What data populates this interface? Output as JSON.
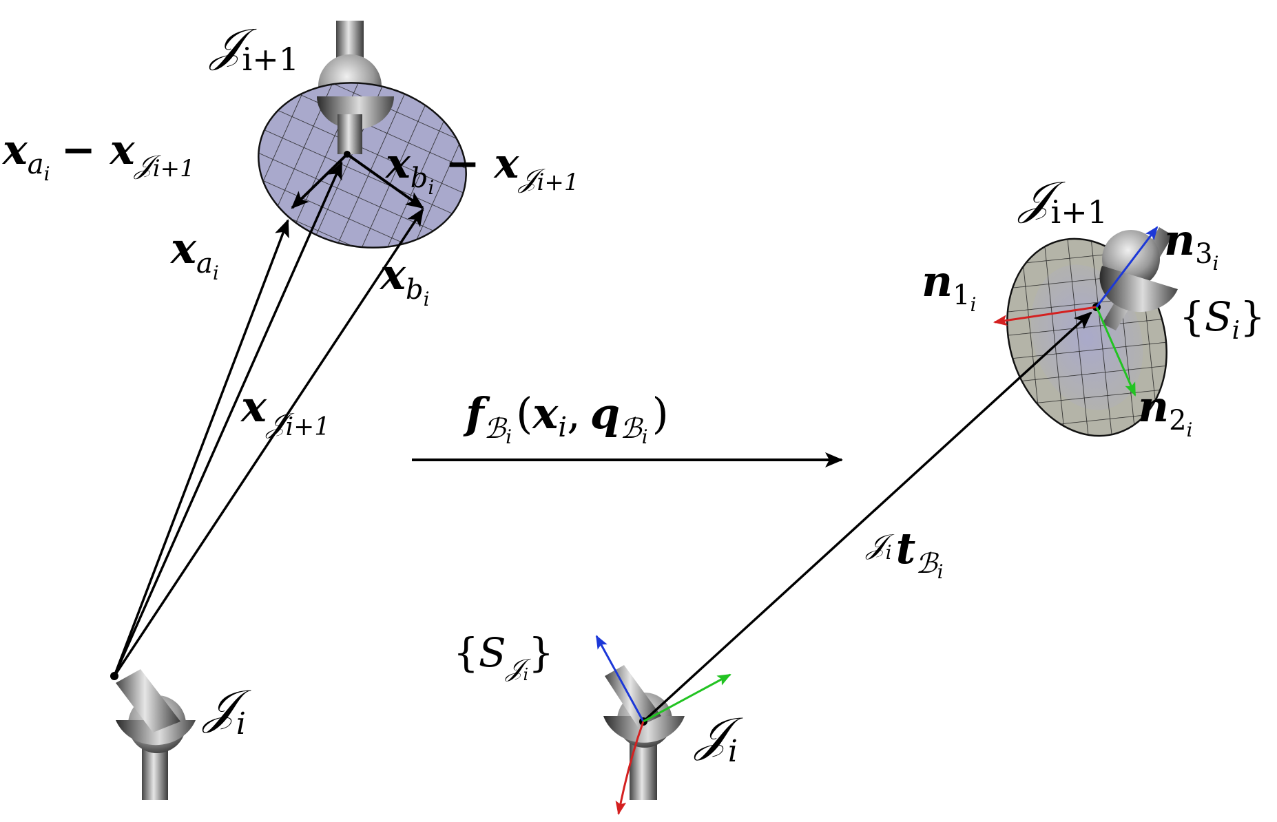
{
  "labels": {
    "left_joint_top": "𝒥",
    "left_joint_top_sub": "i+1",
    "left_joint_bottom": "𝒥",
    "left_joint_bottom_sub": "i",
    "xa_minus": "x",
    "xa_minus_sub": "a",
    "xa_minus_subsub": "i",
    "xa_minus_op": "− x",
    "xa_minus_op_sub": "𝒥",
    "xa_minus_op_subsub": "i+1",
    "xb_minus": "x",
    "xb_minus_sub": "b",
    "xb_minus_subsub": "i",
    "xb_minus_op": "− x",
    "xb_minus_op_sub": "𝒥",
    "xb_minus_op_subsub": "i+1",
    "xa": "x",
    "xa_sub": "a",
    "xa_subsub": "i",
    "xb": "x",
    "xb_sub": "b",
    "xb_subsub": "i",
    "xJ": "x",
    "xJ_sub": "𝒥",
    "xJ_subsub": "i+1",
    "f": "f",
    "f_sub": "ℬ",
    "f_subsub": "i",
    "f_args_open": "(",
    "f_arg1": "x",
    "f_arg1_sub": "i",
    "f_comma": ",",
    "f_arg2": "q",
    "f_arg2_sub": "ℬ",
    "f_arg2_subsub": "i",
    "f_args_close": ")",
    "right_joint_top": "𝒥",
    "right_joint_top_sub": "i+1",
    "n1": "n",
    "n1_sub": "1",
    "n1_subsub": "i",
    "n2": "n",
    "n2_sub": "2",
    "n2_subsub": "i",
    "n3": "n",
    "n3_sub": "3",
    "n3_subsub": "i",
    "Si_open": "{",
    "Si": "S",
    "Si_sub": "i",
    "Si_close": "}",
    "t_pre": "𝒥",
    "t_pre_sub": "i",
    "t": "t",
    "t_sub": "ℬ",
    "t_subsub": "i",
    "SJ_open": "{",
    "SJ": "S",
    "SJ_sub": "𝒥",
    "SJ_subsub": "i",
    "SJ_close": "}",
    "right_joint_bottom": "𝒥",
    "right_joint_bottom_sub": "i"
  },
  "colors": {
    "ellipse_left": "#a9a9cc",
    "ellipse_right": "#b4b4a8",
    "ellipse_right_inner": "#a9a9cc",
    "axis_red": "#d42020",
    "axis_green": "#22c322",
    "axis_blue": "#1c38d8",
    "joint_dark": "#333333",
    "joint_light": "#d8d8d8"
  }
}
